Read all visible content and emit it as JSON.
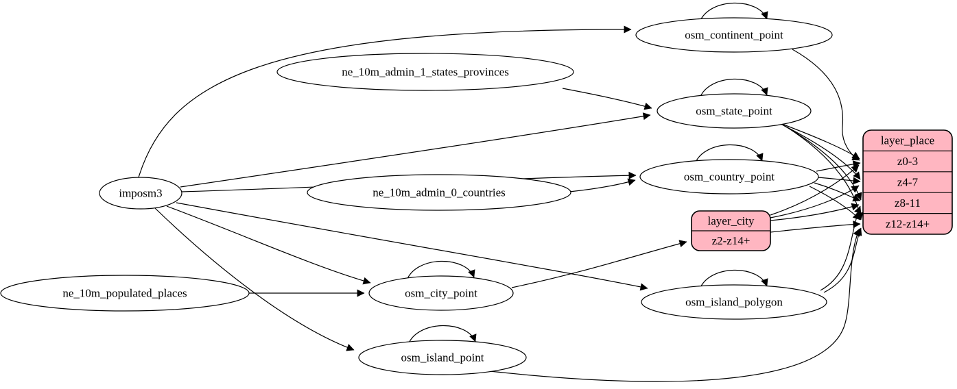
{
  "diagram": {
    "type": "etl-graph",
    "colors": {
      "background": "#ffffff",
      "table_fill": "#ffffff",
      "layer_fill": "#ffb6c1",
      "stroke": "#000000",
      "text": "#000000"
    },
    "nodes": [
      {
        "id": "imposm3",
        "shape": "ellipse",
        "label": "imposm3"
      },
      {
        "id": "ne_10m_admin_1_states_provinces",
        "shape": "ellipse",
        "label": "ne_10m_admin_1_states_provinces"
      },
      {
        "id": "ne_10m_admin_0_countries",
        "shape": "ellipse",
        "label": "ne_10m_admin_0_countries"
      },
      {
        "id": "ne_10m_populated_places",
        "shape": "ellipse",
        "label": "ne_10m_populated_places"
      },
      {
        "id": "osm_continent_point",
        "shape": "ellipse",
        "label": "osm_continent_point"
      },
      {
        "id": "osm_state_point",
        "shape": "ellipse",
        "label": "osm_state_point"
      },
      {
        "id": "osm_country_point",
        "shape": "ellipse",
        "label": "osm_country_point"
      },
      {
        "id": "osm_city_point",
        "shape": "ellipse",
        "label": "osm_city_point"
      },
      {
        "id": "osm_island_polygon",
        "shape": "ellipse",
        "label": "osm_island_polygon"
      },
      {
        "id": "osm_island_point",
        "shape": "ellipse",
        "label": "osm_island_point"
      },
      {
        "id": "layer_city",
        "shape": "record",
        "rows": [
          "layer_city",
          "z2-z14+"
        ]
      },
      {
        "id": "layer_place",
        "shape": "record",
        "rows": [
          "layer_place",
          "z0-3",
          "z4-7",
          "z8-11",
          "z12-z14+"
        ]
      }
    ],
    "edges": [
      {
        "from": "imposm3",
        "to": "osm_continent_point"
      },
      {
        "from": "imposm3",
        "to": "osm_state_point"
      },
      {
        "from": "imposm3",
        "to": "osm_country_point"
      },
      {
        "from": "imposm3",
        "to": "osm_city_point"
      },
      {
        "from": "imposm3",
        "to": "osm_island_point"
      },
      {
        "from": "imposm3",
        "to": "osm_island_polygon"
      },
      {
        "from": "ne_10m_admin_1_states_provinces",
        "to": "osm_state_point"
      },
      {
        "from": "ne_10m_admin_0_countries",
        "to": "osm_country_point"
      },
      {
        "from": "ne_10m_populated_places",
        "to": "osm_city_point"
      },
      {
        "from": "osm_continent_point",
        "to": "osm_continent_point"
      },
      {
        "from": "osm_state_point",
        "to": "osm_state_point"
      },
      {
        "from": "osm_country_point",
        "to": "osm_country_point"
      },
      {
        "from": "osm_city_point",
        "to": "osm_city_point"
      },
      {
        "from": "osm_island_polygon",
        "to": "osm_island_polygon"
      },
      {
        "from": "osm_island_point",
        "to": "osm_island_point"
      },
      {
        "from": "osm_city_point",
        "to": "layer_city",
        "port": "z2-z14+"
      },
      {
        "from": "osm_continent_point",
        "to": "layer_place",
        "port": "z0-3"
      },
      {
        "from": "osm_state_point",
        "to": "layer_place",
        "port": "z0-3"
      },
      {
        "from": "osm_state_point",
        "to": "layer_place",
        "port": "z4-7"
      },
      {
        "from": "osm_state_point",
        "to": "layer_place",
        "port": "z8-11"
      },
      {
        "from": "osm_state_point",
        "to": "layer_place",
        "port": "z12-z14+"
      },
      {
        "from": "osm_country_point",
        "to": "layer_place",
        "port": "z0-3"
      },
      {
        "from": "osm_country_point",
        "to": "layer_place",
        "port": "z4-7"
      },
      {
        "from": "osm_country_point",
        "to": "layer_place",
        "port": "z8-11"
      },
      {
        "from": "osm_country_point",
        "to": "layer_place",
        "port": "z12-z14+"
      },
      {
        "from": "layer_city",
        "to": "layer_place",
        "port": "z0-3"
      },
      {
        "from": "layer_city",
        "to": "layer_place",
        "port": "z4-7"
      },
      {
        "from": "layer_city",
        "to": "layer_place",
        "port": "z8-11"
      },
      {
        "from": "layer_city",
        "to": "layer_place",
        "port": "z12-z14+"
      },
      {
        "from": "osm_island_polygon",
        "to": "layer_place",
        "port": "z8-11"
      },
      {
        "from": "osm_island_polygon",
        "to": "layer_place",
        "port": "z12-z14+"
      },
      {
        "from": "osm_island_point",
        "to": "layer_place",
        "port": "z12-z14+"
      }
    ]
  }
}
